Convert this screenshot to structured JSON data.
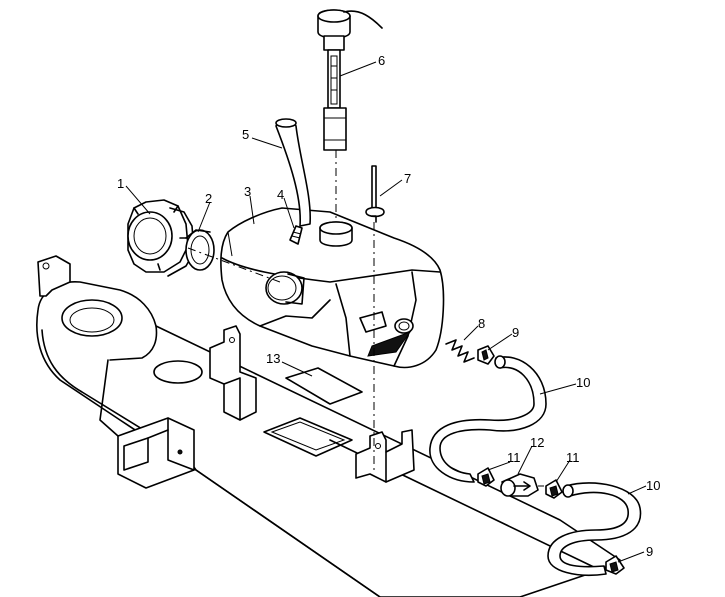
{
  "callouts": [
    {
      "id": "1",
      "label": "1"
    },
    {
      "id": "2",
      "label": "2"
    },
    {
      "id": "3",
      "label": "3"
    },
    {
      "id": "4",
      "label": "4"
    },
    {
      "id": "5",
      "label": "5"
    },
    {
      "id": "6",
      "label": "6"
    },
    {
      "id": "7",
      "label": "7"
    },
    {
      "id": "8",
      "label": "8"
    },
    {
      "id": "9a",
      "label": "9"
    },
    {
      "id": "10a",
      "label": "10"
    },
    {
      "id": "11a",
      "label": "11"
    },
    {
      "id": "12",
      "label": "12"
    },
    {
      "id": "11b",
      "label": "11"
    },
    {
      "id": "10b",
      "label": "10"
    },
    {
      "id": "9b",
      "label": "9"
    },
    {
      "id": "13",
      "label": "13"
    }
  ]
}
